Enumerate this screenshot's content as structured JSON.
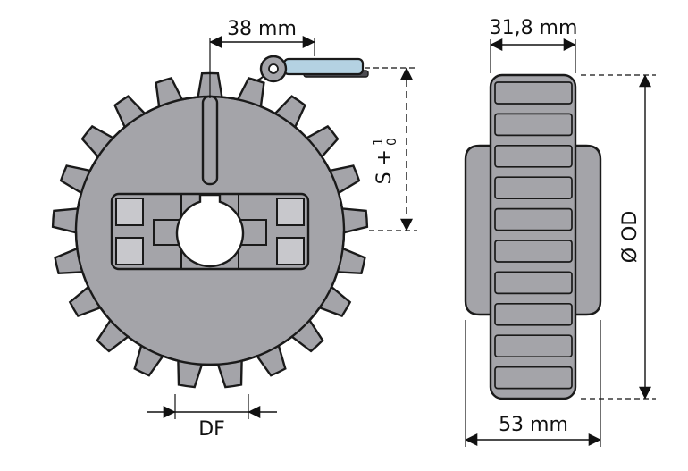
{
  "drawing": {
    "front_view": {
      "dim_top_width": "38 mm",
      "slot_dim_label": "S +",
      "slot_tol_upper": "1",
      "slot_tol_lower": "0",
      "dim_bottom": "DF"
    },
    "side_view": {
      "dim_top_width": "31,8 mm",
      "dim_outer_diameter": "Ø OD",
      "dim_bottom_width": "53 mm"
    },
    "colors": {
      "body": "#a4a4a9",
      "detail": "#c8c8cc",
      "chain_plate": "#b4d2e2",
      "outline": "#1a1a1a"
    }
  }
}
